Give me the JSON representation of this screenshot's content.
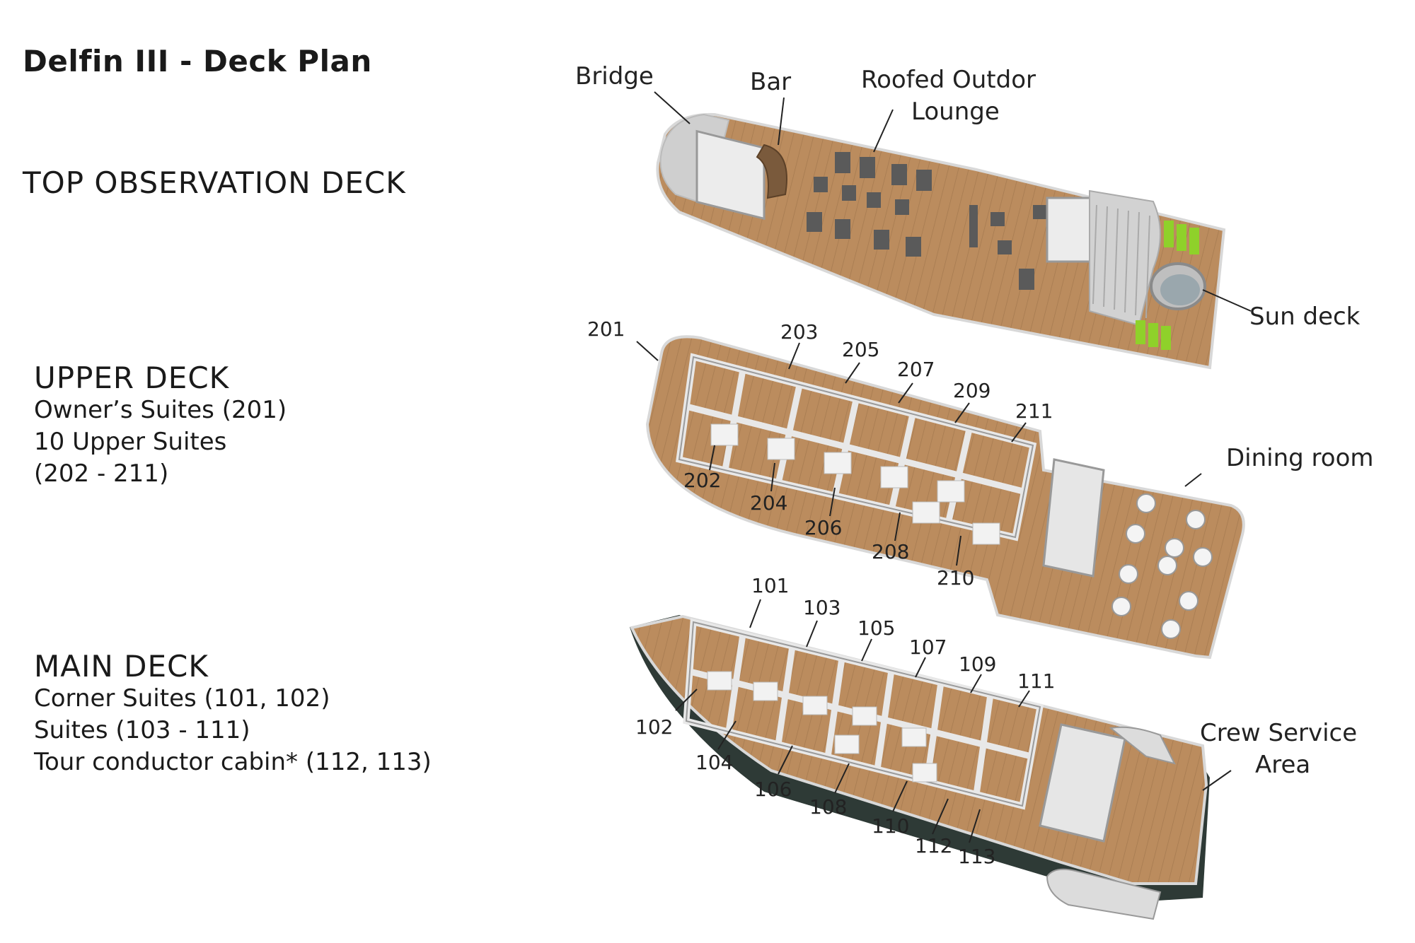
{
  "title": "Delfin III - Deck Plan",
  "decks": {
    "top": {
      "heading": "TOP OBSERVATION DECK"
    },
    "upper": {
      "heading": "UPPER DECK",
      "lines": [
        "Owner’s Suites (201)",
        "10 Upper Suites",
        "(202 - 211)"
      ]
    },
    "main": {
      "heading": "MAIN DECK",
      "lines": [
        "Corner Suites (101, 102)",
        "Suites (103 - 111)",
        "Tour conductor cabin* (112, 113)"
      ]
    }
  },
  "callouts": {
    "bridge": "Bridge",
    "bar": "Bar",
    "lounge_1": "Roofed Outdor",
    "lounge_2": "Lounge",
    "sun_deck": "Sun deck",
    "dining_room": "Dining room",
    "crew_1": "Crew Service",
    "crew_2": "Area"
  },
  "upper_cabins": [
    "201",
    "202",
    "203",
    "204",
    "205",
    "206",
    "207",
    "208",
    "209",
    "210",
    "211"
  ],
  "main_cabins": [
    "101",
    "102",
    "103",
    "104",
    "105",
    "106",
    "107",
    "108",
    "109",
    "110",
    "111",
    "112",
    "113"
  ],
  "colors": {
    "wood": "#b98a5c",
    "wood_dark": "#8c6440",
    "wall": "#e9e9e9",
    "hull": "#2e3a36",
    "awning": "#c9c9c9",
    "lounger": "#8fd12a"
  }
}
